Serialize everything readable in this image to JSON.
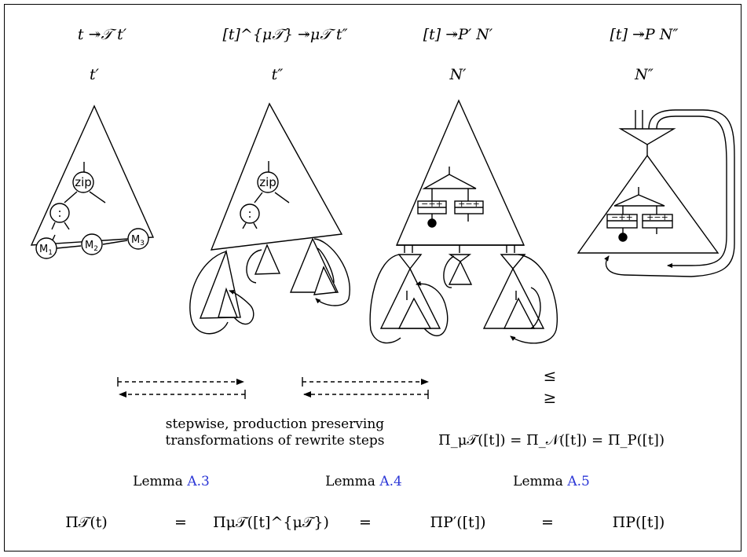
{
  "columns": [
    {
      "header": "t ↠𝒯 t′",
      "label": "t′"
    },
    {
      "header": "[t]^{μ𝒯} ↠μ𝒯 t″",
      "label": "t″"
    },
    {
      "header": "[t] ↠P′ N′",
      "label": "N′"
    },
    {
      "header": "[t] ↠P N″",
      "label": "N″"
    }
  ],
  "nodes": {
    "zip": "zip",
    "cons": ":",
    "m1": "M",
    "m1_sub": "1",
    "m2": "M",
    "m2_sub": "2",
    "m3": "M",
    "m3_sub": "3",
    "box_left": "−++",
    "box_right": "+−+"
  },
  "relations": {
    "le": "≤",
    "ge": "≥"
  },
  "caption": {
    "line1": "stepwise, production preserving",
    "line2": "transformations of rewrite steps"
  },
  "projection_identity": "Π_μ𝒯([t]) = Π_𝒩([t]) = Π_P([t])",
  "lemmas": [
    {
      "word": "Lemma",
      "ref": "A.3"
    },
    {
      "word": "Lemma",
      "ref": "A.4"
    },
    {
      "word": "Lemma",
      "ref": "A.5"
    }
  ],
  "bottom_row": {
    "items": [
      "Π𝒯(t)",
      "Πμ𝒯([t]^{μ𝒯})",
      "ΠP′([t])",
      "ΠP([t])"
    ],
    "eq": "="
  },
  "colors": {
    "link": "#2a35d6",
    "ink": "#000000"
  }
}
